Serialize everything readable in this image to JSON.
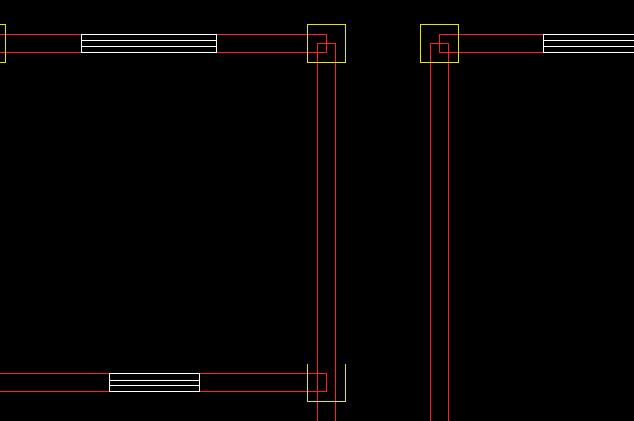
{
  "drawing": {
    "background": "#000000",
    "colors": {
      "wall": "#ff2020",
      "column": "#e6e600",
      "window": "#ffffff"
    },
    "layers": [
      "walls",
      "columns",
      "windows"
    ]
  }
}
